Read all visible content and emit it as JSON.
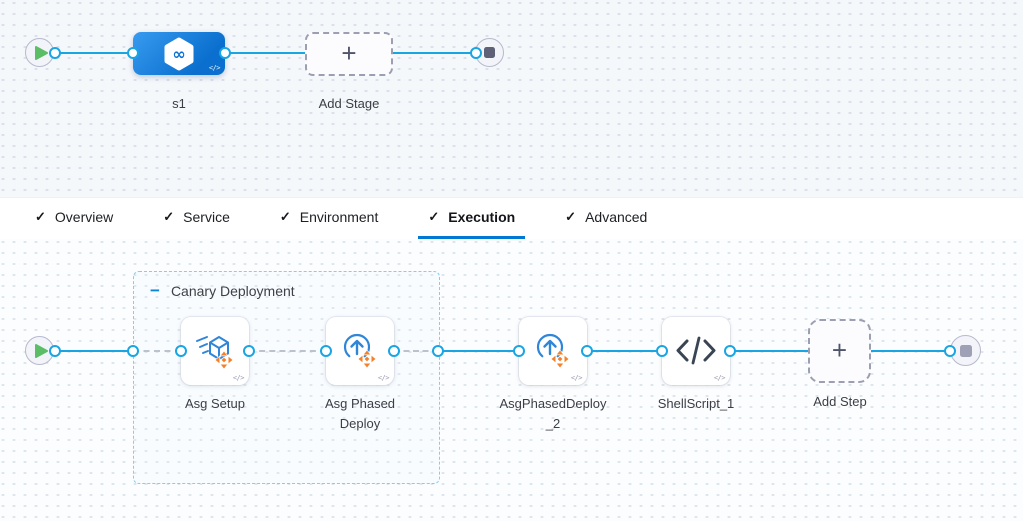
{
  "icons": {
    "check": "✓",
    "plus": "+",
    "collapse_minus": "−",
    "infinity": "∞",
    "code_badge": "</>"
  },
  "colors": {
    "edge_blue": "#19A5E4",
    "active_tab_blue": "#0278D5",
    "stage_blue": "#0B74D3",
    "accent_orange": "#F4802A",
    "play_green": "#5BBE66",
    "group_border_blue": "#7ECFF3"
  },
  "tabs": [
    {
      "label": "Overview",
      "completed": true,
      "active": false
    },
    {
      "label": "Service",
      "completed": true,
      "active": false
    },
    {
      "label": "Environment",
      "completed": true,
      "active": false
    },
    {
      "label": "Execution",
      "completed": true,
      "active": true
    },
    {
      "label": "Advanced",
      "completed": true,
      "active": false
    }
  ],
  "stage_pipeline": {
    "stage": {
      "name": "s1"
    },
    "add_stage": {
      "label": "Add Stage"
    }
  },
  "execution": {
    "group": {
      "label": "Canary Deployment"
    },
    "steps": [
      {
        "name": "Asg Setup"
      },
      {
        "name": "Asg Phased Deploy"
      },
      {
        "name": "AsgPhasedDeploy_2"
      },
      {
        "name": "ShellScript_1"
      }
    ],
    "add_step": {
      "label": "Add Step"
    }
  }
}
